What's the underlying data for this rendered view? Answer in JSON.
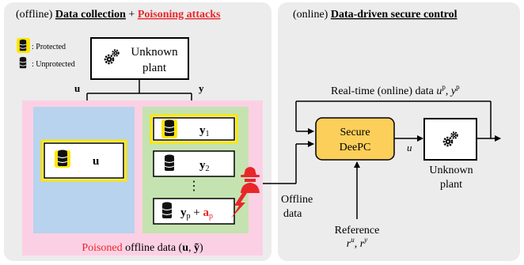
{
  "left_panel": {
    "title_prefix": "(offline) ",
    "title_bold": "Data collection",
    "title_plus": " + ",
    "title_red": "Poisoning attacks"
  },
  "right_panel": {
    "title_prefix": "(online) ",
    "title_bold": "Data-driven secure control"
  },
  "legend": {
    "protected": ": Protected",
    "unprotected": ": Unprotected"
  },
  "plant_box": {
    "line1": "Unknown",
    "line2": "plant"
  },
  "arrows": {
    "u": "u",
    "y": "y"
  },
  "data_u": {
    "label": "u"
  },
  "data_y": [
    {
      "main": "y",
      "sub": "1"
    },
    {
      "main": "y",
      "sub": "2"
    }
  ],
  "dots": "⋮",
  "data_yp": {
    "main": "y",
    "sub": "p",
    "plus": " + ",
    "attack": "a",
    "attack_sub": "p"
  },
  "poisoned_caption": {
    "red": "Poisoned",
    "rest": " offline data (",
    "u": "u",
    "comma": ", ",
    "y": "ỹ",
    "close": ")"
  },
  "realtime": {
    "label": "Real-time (online) data ",
    "u": "u",
    "p1": "p",
    "comma": ", ",
    "y": "y",
    "p2": "p"
  },
  "deepc": {
    "line1": "Secure",
    "line2": "DeePC"
  },
  "u_out": "u",
  "plant2": {
    "line1": "Unknown",
    "line2": "plant"
  },
  "offline_data": {
    "line1": "Offline",
    "line2": "data"
  },
  "reference": {
    "line1": "Reference",
    "r1": "r",
    "s1": "u",
    "comma": ", ",
    "r2": "r",
    "s2": "y"
  },
  "colors": {
    "panel_bg": "#ececec",
    "pink": "#fcd0e4",
    "blue": "#b8d3ee",
    "green": "#c4e3b0",
    "yellow": "#ffe600",
    "deepc": "#fccf5a",
    "red": "#e8262a"
  }
}
